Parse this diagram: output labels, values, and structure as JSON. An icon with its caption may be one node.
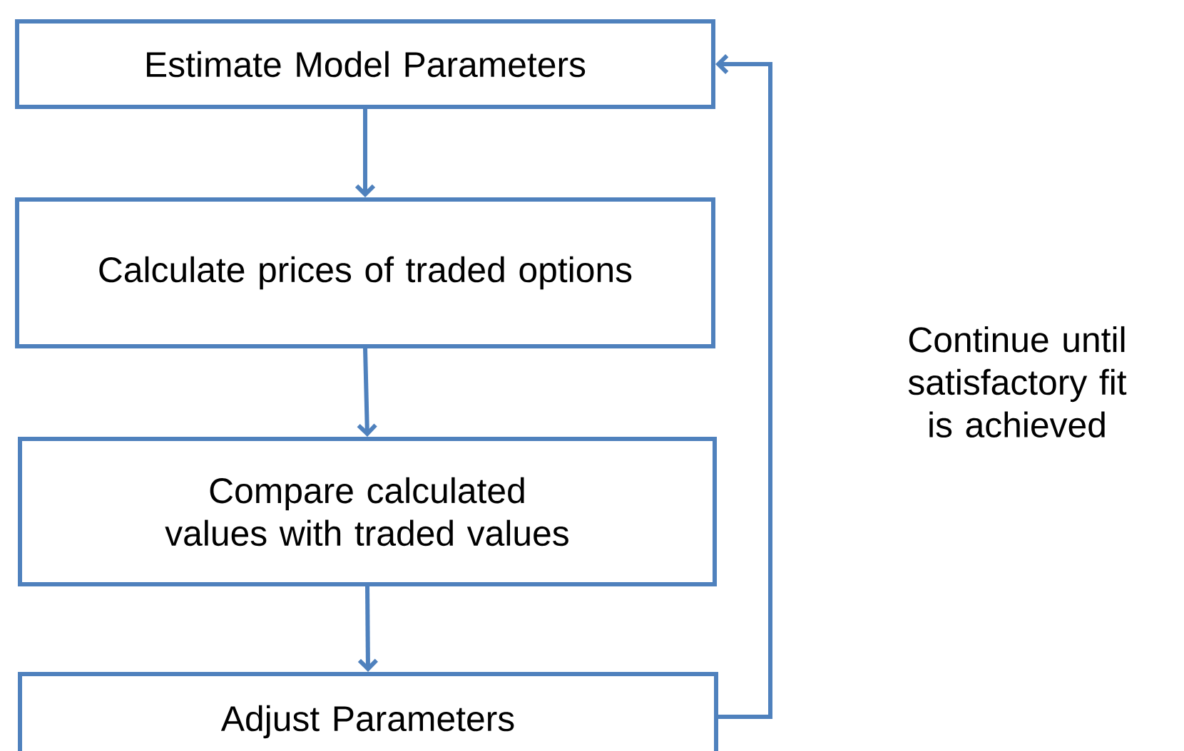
{
  "diagram": {
    "nodes": [
      {
        "text": [
          "Estimate Model Parameters"
        ]
      },
      {
        "text": [
          "Calculate prices of traded options"
        ]
      },
      {
        "text": [
          "Compare calculated values with traded values"
        ]
      },
      {
        "text": [
          "Adjust Parameters"
        ]
      }
    ],
    "edges": [
      {
        "from": 0,
        "to": 1,
        "arrow": "to"
      },
      {
        "from": 1,
        "to": 2,
        "arrow": "to"
      },
      {
        "from": 2,
        "to": 3,
        "arrow": "to"
      },
      {
        "from": 3,
        "to": 0,
        "arrow": "to"
      }
    ],
    "labels": [
      "Continue until satisfactory fit is achieved"
    ]
  }
}
